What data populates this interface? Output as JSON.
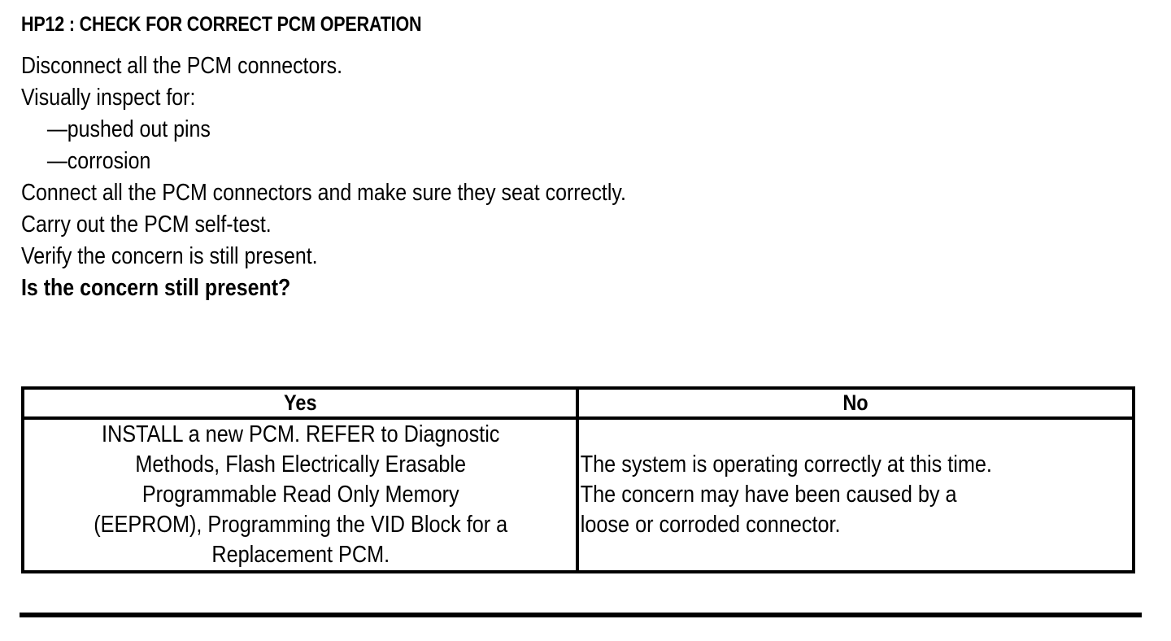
{
  "document": {
    "step_title": "HP12 : CHECK FOR CORRECT PCM OPERATION",
    "instructions": [
      {
        "text": "Disconnect all the PCM connectors.",
        "style": "normal",
        "indent": false
      },
      {
        "text": "Visually inspect for:",
        "style": "normal",
        "indent": false
      },
      {
        "text": "—pushed out pins",
        "style": "normal",
        "indent": true
      },
      {
        "text": "—corrosion",
        "style": "normal",
        "indent": true
      },
      {
        "text": "Connect all the PCM connectors and make sure they seat correctly.",
        "style": "normal",
        "indent": false
      },
      {
        "text": "Carry out the PCM self-test.",
        "style": "normal",
        "indent": false
      },
      {
        "text": "Verify the concern is still present.",
        "style": "normal",
        "indent": false
      },
      {
        "text": "Is the concern still present?",
        "style": "bold",
        "indent": false
      }
    ],
    "decision_table": {
      "headers": [
        "Yes",
        "No"
      ],
      "yes_cell": {
        "full_text": "INSTALL a new PCM. REFER to Diagnostic Methods, Flash Electrically Erasable Programmable Read Only Memory (EEPROM), Programming the VID Block for a Replacement PCM.",
        "lines": [
          "INSTALL a new PCM. REFER to Diagnostic",
          "Methods, Flash Electrically Erasable",
          "Programmable Read Only Memory",
          "(EEPROM), Programming the VID Block for a",
          "Replacement PCM."
        ]
      },
      "no_cell": {
        "full_text": "The system is operating correctly at this time. The concern may have been caused by a loose or corroded connector.",
        "lines": [
          "The system is operating correctly at this time.",
          "The concern may have been caused by a",
          "loose or corroded connector."
        ]
      }
    },
    "colors": {
      "ink": "#000000",
      "paper": "#ffffff"
    }
  }
}
